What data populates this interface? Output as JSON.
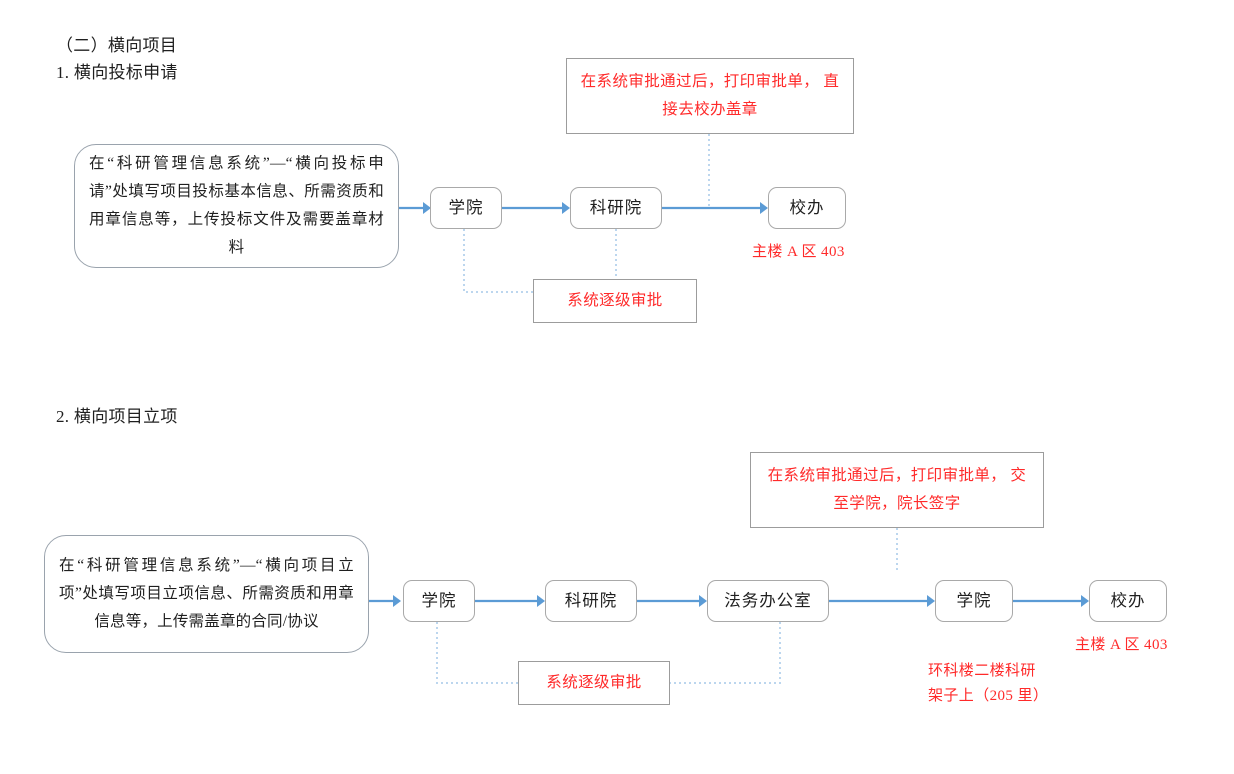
{
  "page": {
    "background": "#ffffff",
    "accent_blue": "#5b9bd5",
    "note_red": "#ff2a2a",
    "box_gray": "#a9a9a9"
  },
  "sections": [
    {
      "id": "section-1",
      "heading_group": "（二）横向项目",
      "heading": "1. 横向投标申请",
      "description": "在“科研管理信息系统”—“横向投标申请”处填写项目投标基本信息、所需资质和用章信息等，上传投标文件及需要盖章材料",
      "nodes": [
        {
          "id": "node-xueyuan-1",
          "label": "学院"
        },
        {
          "id": "node-keyanyuan-1",
          "label": "科研院"
        },
        {
          "id": "node-xiaoban-1",
          "label": "校办"
        }
      ],
      "annotation_top": "在系统审批通过后，打印审批单，\n直接去校办盖章",
      "annotation_bottom": "系统逐级审批",
      "location_note": "主楼 A 区 403"
    },
    {
      "id": "section-2",
      "heading": "2. 横向项目立项",
      "description": "在“科研管理信息系统”—“横向项目立项”处填写项目立项信息、所需资质和用章信息等，上传需盖章的合同/协议",
      "nodes": [
        {
          "id": "node-xueyuan-2",
          "label": "学院"
        },
        {
          "id": "node-keyanyuan-2",
          "label": "科研院"
        },
        {
          "id": "node-fawu-2",
          "label": "法务办公室"
        },
        {
          "id": "node-xueyuan-2b",
          "label": "学院"
        },
        {
          "id": "node-xiaoban-2",
          "label": "校办"
        }
      ],
      "annotation_top": "在系统审批通过后，打印审批单，\n交至学院，院长签字",
      "annotation_bottom": "系统逐级审批",
      "location_note": "主楼 A 区 403",
      "shelf_note": "环科楼二楼科研\n架子上（205 里）"
    }
  ]
}
